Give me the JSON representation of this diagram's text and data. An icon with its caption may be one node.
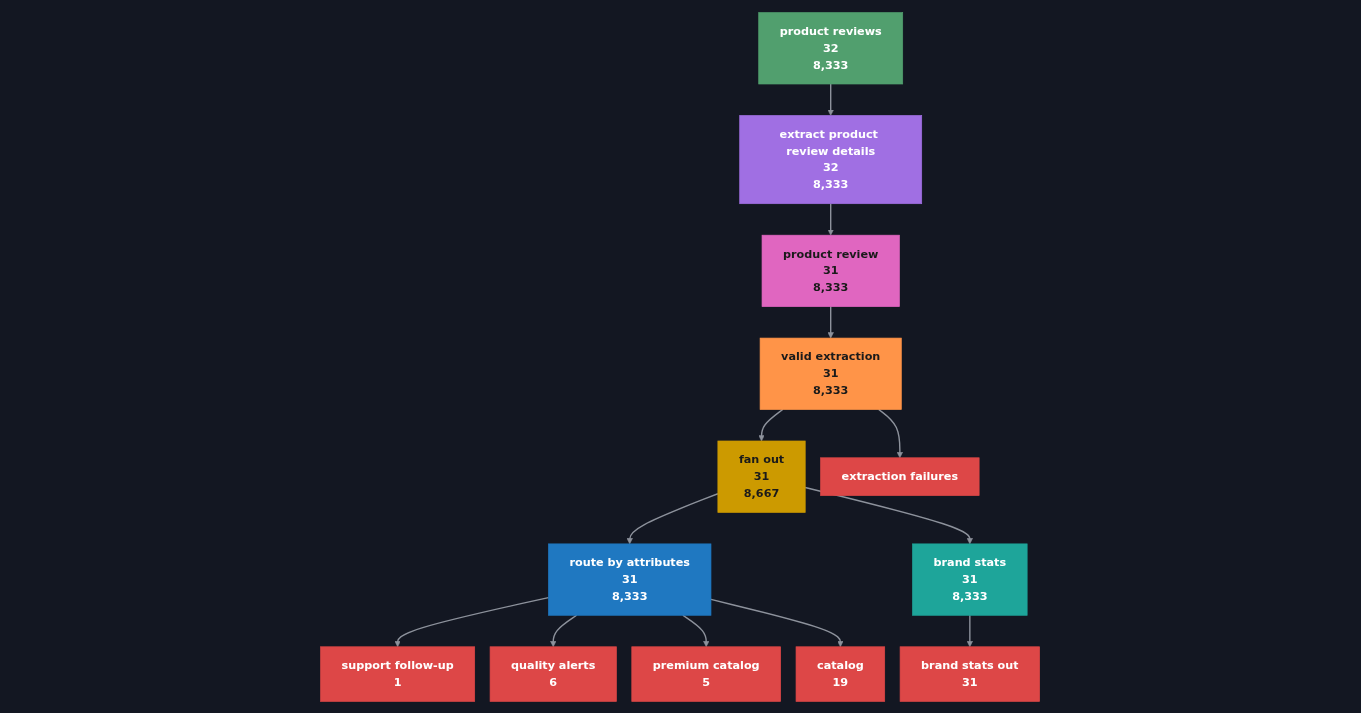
{
  "diagram": {
    "nodes": [
      {
        "text": [
          "product reviews",
          "32",
          "8,333"
        ]
      },
      {
        "text": [
          "extract product review details",
          "32",
          "8,333"
        ]
      },
      {
        "text": [
          "product review",
          "31",
          "8,333"
        ]
      },
      {
        "text": [
          "valid extraction",
          "31",
          "8,333"
        ]
      },
      {
        "text": [
          "fan out",
          "31",
          "8,667"
        ]
      },
      {
        "text": [
          "route by attributes",
          "31",
          "8,333"
        ]
      },
      {
        "text": [
          "brand stats",
          "31",
          "8,333"
        ]
      },
      {
        "text": [
          "support follow-up",
          "1"
        ]
      },
      {
        "text": [
          "quality alerts",
          "6"
        ]
      },
      {
        "text": [
          "premium catalog",
          "5"
        ]
      },
      {
        "text": [
          "catalog",
          "19"
        ]
      },
      {
        "text": [
          "brand stats out",
          "31"
        ]
      },
      {
        "text": [
          "extraction failures"
        ]
      }
    ],
    "edges": [
      {
        "from": 0,
        "to": 1,
        "arrow": "to"
      },
      {
        "from": 1,
        "to": 2,
        "arrow": "to"
      },
      {
        "from": 2,
        "to": 3,
        "arrow": "to"
      },
      {
        "from": 3,
        "to": 4,
        "arrow": "to"
      },
      {
        "from": 3,
        "to": 12,
        "arrow": "to"
      },
      {
        "from": 4,
        "to": 5,
        "arrow": "to"
      },
      {
        "from": 4,
        "to": 6,
        "arrow": "to"
      },
      {
        "from": 5,
        "to": 7,
        "arrow": "to"
      },
      {
        "from": 5,
        "to": 8,
        "arrow": "to"
      },
      {
        "from": 5,
        "to": 9,
        "arrow": "to"
      },
      {
        "from": 5,
        "to": 10,
        "arrow": "to"
      },
      {
        "from": 6,
        "to": 11,
        "arrow": "to"
      }
    ]
  }
}
